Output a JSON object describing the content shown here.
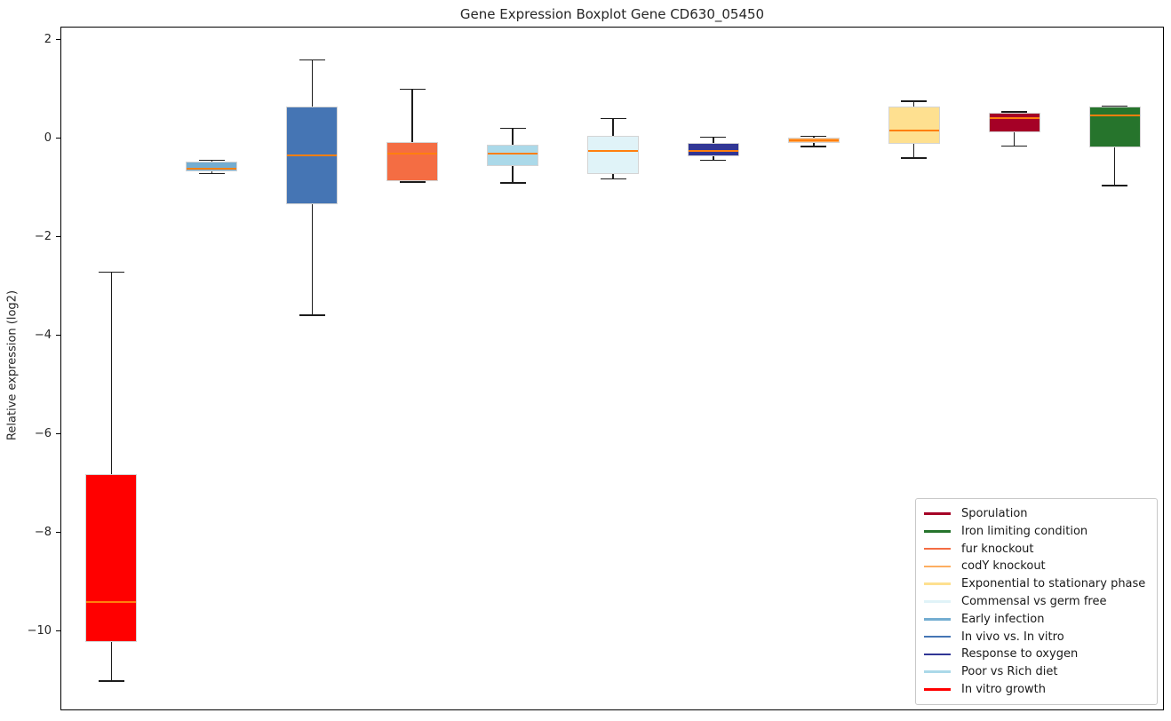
{
  "chart_data": {
    "type": "boxplot",
    "title": "Gene Expression Boxplot Gene CD630_05450",
    "xlabel": "",
    "ylabel": "Relative expression (log2)",
    "ylim": [
      -11.6,
      2.26
    ],
    "yticks": [
      2,
      0,
      -2,
      -4,
      -6,
      -8,
      -10
    ],
    "grid": false,
    "legend_position": "lower right",
    "median_color": "#ff7f0e",
    "whisker_color": "#1c1c1c",
    "series": [
      {
        "name": "In vitro growth",
        "color": "#ff0000",
        "whisker_low": -11.0,
        "q1": -10.2,
        "median": -9.4,
        "q3": -6.8,
        "whisker_high": -2.7
      },
      {
        "name": "Early infection",
        "color": "#74add1",
        "whisker_low": -0.7,
        "q1": -0.65,
        "median": -0.6,
        "q3": -0.46,
        "whisker_high": -0.43
      },
      {
        "name": "In vivo vs. In vitro",
        "color": "#4575b4",
        "whisker_low": -3.58,
        "q1": -1.33,
        "median": -0.34,
        "q3": 0.66,
        "whisker_high": 1.6
      },
      {
        "name": "fur knockout",
        "color": "#f46d43",
        "whisker_low": -0.87,
        "q1": -0.85,
        "median": -0.29,
        "q3": -0.06,
        "whisker_high": 1.01
      },
      {
        "name": "Poor vs Rich diet",
        "color": "#abd9e9",
        "whisker_low": -0.89,
        "q1": -0.55,
        "median": -0.29,
        "q3": -0.11,
        "whisker_high": 0.22
      },
      {
        "name": "Commensal vs germ free",
        "color": "#e0f3f8",
        "whisker_low": -0.81,
        "q1": -0.71,
        "median": -0.25,
        "q3": 0.07,
        "whisker_high": 0.41
      },
      {
        "name": "Response to oxygen",
        "color": "#313695",
        "whisker_low": -0.43,
        "q1": -0.35,
        "median": -0.25,
        "q3": -0.09,
        "whisker_high": 0.04
      },
      {
        "name": "codY knockout",
        "color": "#fdae61",
        "whisker_low": -0.15,
        "q1": -0.09,
        "median": -0.02,
        "q3": 0.03,
        "whisker_high": 0.05
      },
      {
        "name": "Exponential to stationary phase",
        "color": "#fee090",
        "whisker_low": -0.39,
        "q1": -0.1,
        "median": 0.18,
        "q3": 0.66,
        "whisker_high": 0.77
      },
      {
        "name": "Sporulation",
        "color": "#a50026",
        "whisker_low": -0.14,
        "q1": 0.13,
        "median": 0.43,
        "q3": 0.54,
        "whisker_high": 0.55
      },
      {
        "name": "Iron limiting condition",
        "color": "#26742c",
        "whisker_low": -0.95,
        "q1": -0.17,
        "median": 0.47,
        "q3": 0.66,
        "whisker_high": 0.67
      }
    ],
    "legend": [
      {
        "label": "Sporulation",
        "color": "#a50026"
      },
      {
        "label": "Iron limiting condition",
        "color": "#26742c"
      },
      {
        "label": "fur knockout",
        "color": "#f46d43"
      },
      {
        "label": "codY knockout",
        "color": "#fdae61"
      },
      {
        "label": "Exponential to stationary phase",
        "color": "#fee090"
      },
      {
        "label": "Commensal vs germ free",
        "color": "#e0f3f8"
      },
      {
        "label": "Early infection",
        "color": "#74add1"
      },
      {
        "label": "In vivo vs. In vitro",
        "color": "#4575b4"
      },
      {
        "label": "Response to oxygen",
        "color": "#313695"
      },
      {
        "label": "Poor vs Rich diet",
        "color": "#abd9e9"
      },
      {
        "label": "In vitro growth",
        "color": "#ff0000"
      }
    ]
  }
}
